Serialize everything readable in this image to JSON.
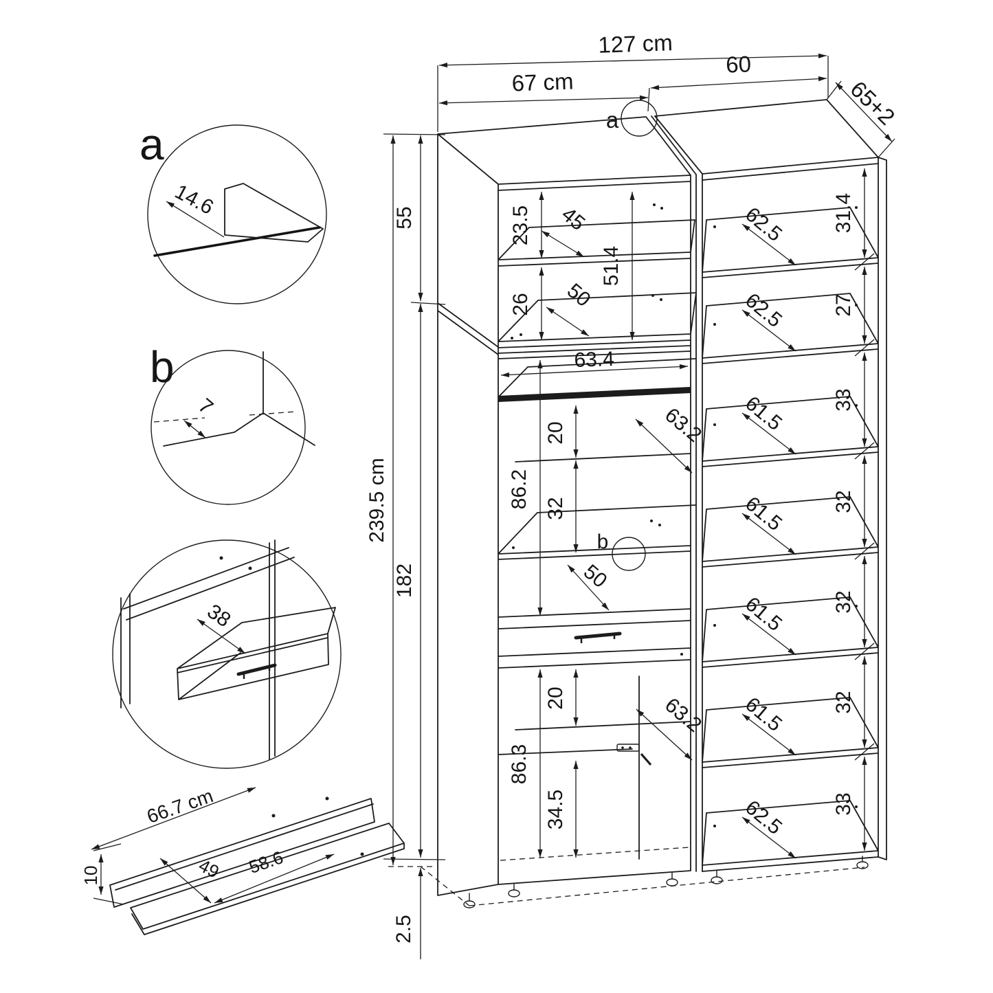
{
  "detail_a": {
    "label": "a",
    "thickness": "14.6"
  },
  "detail_b": {
    "label": "b",
    "gap": "7"
  },
  "detail_drawer": {
    "width": "38"
  },
  "detail_panel": {
    "width": "66.7 cm",
    "height": "10",
    "depth_left": "49",
    "depth_right": "58.6"
  },
  "main": {
    "callout_a": "a",
    "callout_b": "b",
    "top_dims": {
      "total_width": "127 cm",
      "left_width": "67 cm",
      "right_width": "60",
      "depth": "65+2"
    },
    "height_dims": {
      "total": "239.5 cm",
      "upper": "55",
      "lower": "182",
      "plinth": "2.5"
    },
    "left_tower": {
      "top_space": "23.5",
      "top_shelf_depth": "45",
      "second_space": "26",
      "upper_inner_height": "51.4",
      "upper_bottom_depth": "50",
      "inner_width": "63.4",
      "upper_rail": "20",
      "mid_height": "86.2",
      "mid_space": "32",
      "mid_depth": "63.2",
      "shelf_above_drawer_depth": "50",
      "lower_rail": "20",
      "lower_height": "86.3",
      "lower_space": "34.5",
      "lower_depth": "63.2"
    },
    "right_tower": {
      "compartments": [
        {
          "height": "31.4",
          "shelf_depth": "62.5"
        },
        {
          "height": "27",
          "shelf_depth": "62.5"
        },
        {
          "height": "33",
          "shelf_depth": "61.5"
        },
        {
          "height": "32",
          "shelf_depth": "61.5"
        },
        {
          "height": "32",
          "shelf_depth": "61.5"
        },
        {
          "height": "32",
          "shelf_depth": "61.5"
        },
        {
          "height": "33",
          "shelf_depth": "62.5"
        }
      ]
    }
  }
}
